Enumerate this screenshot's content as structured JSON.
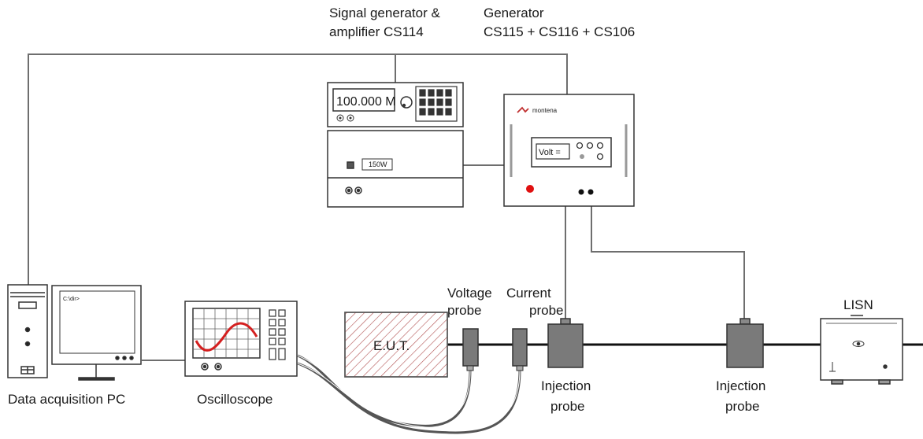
{
  "labels": {
    "siggen_line1": "Signal generator &",
    "siggen_line2": "amplifier CS114",
    "gen_line1": "Generator",
    "gen_line2": "CS115 + CS116 + CS106",
    "pc": "Data acquisition PC",
    "oscilloscope": "Oscilloscope",
    "voltage_probe_line1": "Voltage",
    "voltage_probe_line2": "probe",
    "current_probe_line1": "Current",
    "current_probe_line2": "probe",
    "injection1_line1": "Injection",
    "injection1_line2": "probe",
    "injection2_line1": "Injection",
    "injection2_line2": "probe",
    "lisn": "LISN",
    "eut": "E.U.T."
  },
  "devices": {
    "siggen_display": "100.000 M",
    "amp_display": "150W",
    "gen_brand": "montena",
    "gen_display": "Volt =",
    "pc_screen_text": "C:\\dir>"
  },
  "colors": {
    "line": "#6e6e6e",
    "probe_fill": "#7a7a7a",
    "eut_hatch": "#b05050",
    "waveform": "#d42020",
    "led": "#e01010"
  }
}
